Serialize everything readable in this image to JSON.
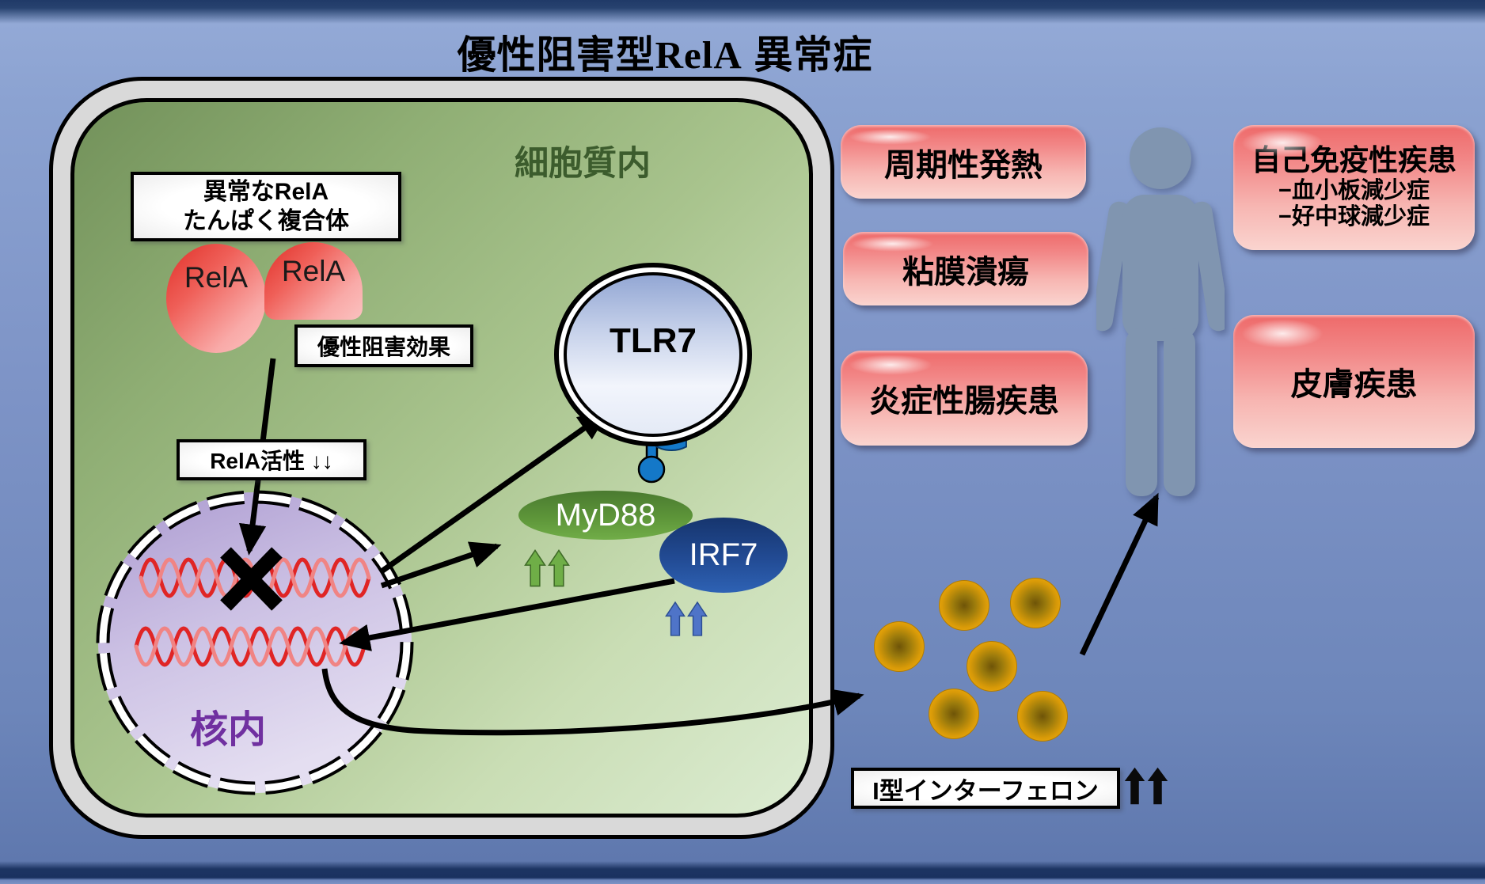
{
  "title": {
    "prefix": "優性阻害型",
    "gene": "RelA",
    "suffix": " 異常症"
  },
  "cell": {
    "cytoplasm_label": "細胞質内",
    "nucleus_label": "核内"
  },
  "labels": {
    "abnormal_complex_line1": "異常なRelA",
    "abnormal_complex_line2": "たんぱく複合体",
    "dominant_negative_effect": "優性阻害効果",
    "rela_activity": "RelA活性 ↓↓",
    "type1_interferon": "I型インターフェロン"
  },
  "proteins": {
    "rela1": "RelA",
    "rela2": "RelA",
    "tlr7": "TLR7",
    "myd88": "MyD88",
    "irf7": "IRF7"
  },
  "diseases": [
    {
      "label": "周期性発熱"
    },
    {
      "label": "粘膜潰瘍"
    },
    {
      "label": "炎症性腸疾患"
    },
    {
      "label": "自己免疫性疾患",
      "sub": [
        "−血小板減少症",
        "−好中球減少症"
      ]
    },
    {
      "label": "皮膚疾患"
    }
  ],
  "colors": {
    "background_blue": "#7d93c6",
    "frame_navy": "#1d3563",
    "cell_membrane_gray": "#d9d9d9",
    "cytoplasm_green": "#a9c48e",
    "cytoplasm_text_green": "#3c5c2d",
    "nucleus_purple": "#c9bce2",
    "nucleus_text_purple": "#7030a0",
    "rela_red": "#e03028",
    "tlr7_blue": "#93a7d4",
    "receptor_blue": "#1478c8",
    "myd88_green": "#5d9539",
    "irf7_blue": "#224b94",
    "disease_pink": "#f28787",
    "interferon_orange": "#eea90b",
    "human_gray_blue": "#8095b0",
    "arrow_black": "#000000"
  }
}
